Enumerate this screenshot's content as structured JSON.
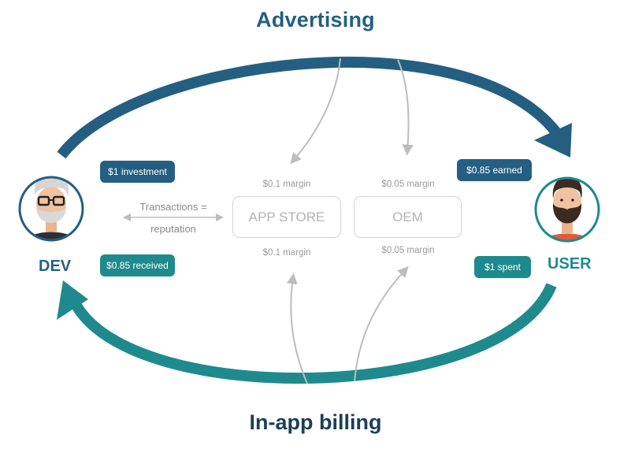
{
  "titles": {
    "top": "Advertising",
    "bottom": "In-app billing"
  },
  "parties": {
    "dev": "DEV",
    "user": "USER"
  },
  "pills": {
    "investment": "$1 investment",
    "received": "$0.85 received",
    "earned": "$0.85 earned",
    "spent": "$1 spent"
  },
  "boxes": {
    "app_store": "APP STORE",
    "oem": "OEM"
  },
  "margins": {
    "app_store_top": "$0.1 margin",
    "app_store_bottom": "$0.1 margin",
    "oem_top": "$0.05 margin",
    "oem_bottom": "$0.05 margin"
  },
  "transactions": {
    "line1": "Transactions =",
    "line2": "reputation"
  },
  "colors": {
    "advertising": "#245f82",
    "billing": "#1f8a8d",
    "grey": "#bdbdbd"
  },
  "icons": {
    "dev": "developer-avatar-icon",
    "user": "user-avatar-icon"
  }
}
